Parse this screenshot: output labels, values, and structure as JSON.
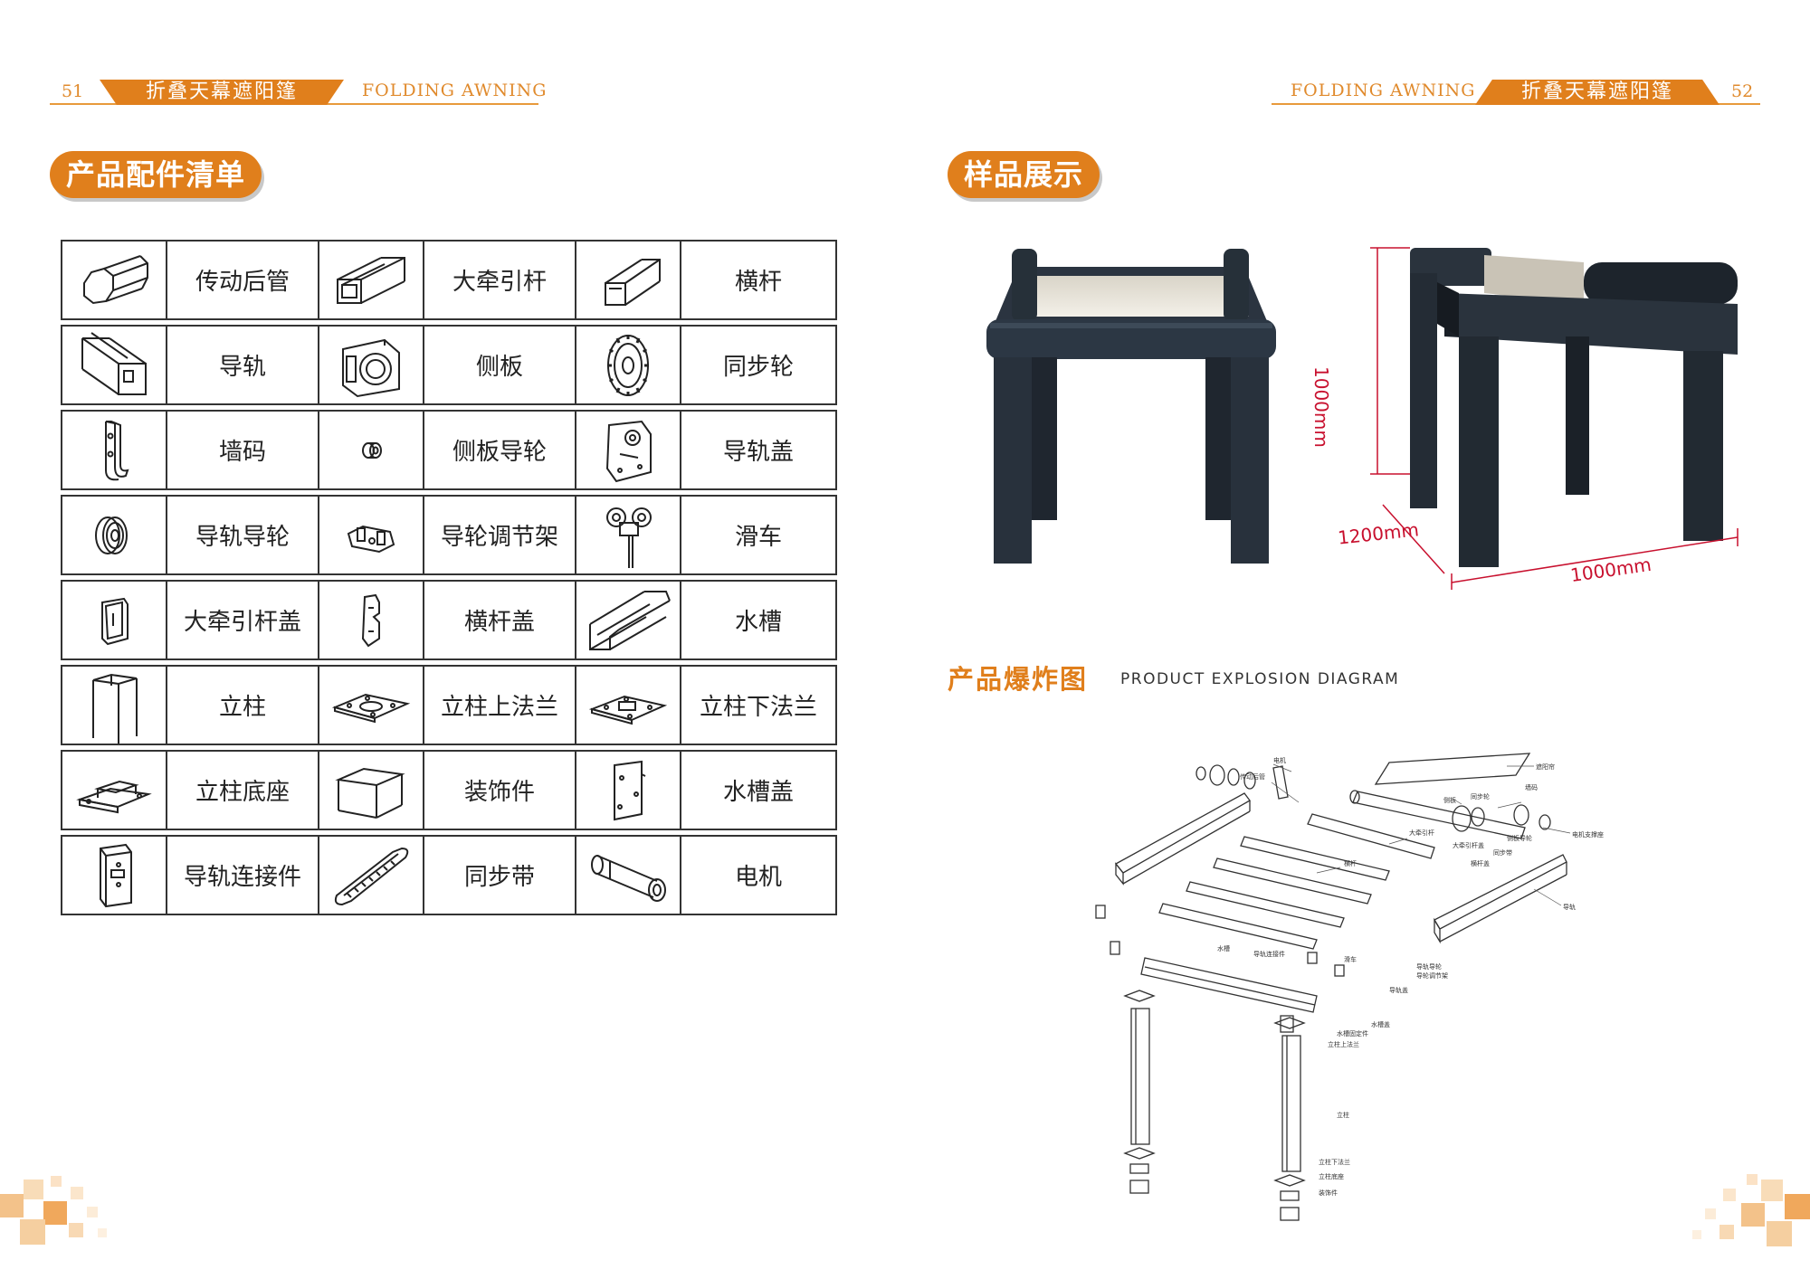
{
  "left_page": {
    "page_number": "51",
    "banner_cn": "折叠天幕遮阳篷",
    "banner_en": "FOLDING AWNING",
    "section_title": "产品配件清单"
  },
  "right_page": {
    "page_number": "52",
    "banner_cn": "折叠天幕遮阳篷",
    "banner_en": "FOLDING AWNING",
    "section_title": "样品展示",
    "dims": {
      "height": "1000mm",
      "depth": "1200mm",
      "width": "1000mm"
    },
    "explosion_title_cn": "产品爆炸图",
    "explosion_title_en": "PRODUCT EXPLOSION DIAGRAM"
  },
  "parts": [
    [
      {
        "icon": "octagon-tube-icon",
        "name": "传动后管"
      },
      {
        "icon": "profile-bar-icon",
        "name": "大牵引杆"
      },
      {
        "icon": "crossbar-profile-icon",
        "name": "横杆"
      }
    ],
    [
      {
        "icon": "rail-profile-icon",
        "name": "导轨"
      },
      {
        "icon": "side-plate-icon",
        "name": "侧板"
      },
      {
        "icon": "sync-wheel-icon",
        "name": "同步轮"
      }
    ],
    [
      {
        "icon": "wall-bracket-icon",
        "name": "墙码"
      },
      {
        "icon": "small-wheel-icon",
        "name": "侧板导轮"
      },
      {
        "icon": "rail-cap-icon",
        "name": "导轨盖"
      }
    ],
    [
      {
        "icon": "guide-wheel-icon",
        "name": "导轨导轮"
      },
      {
        "icon": "wheel-bracket-icon",
        "name": "导轮调节架"
      },
      {
        "icon": "trolley-icon",
        "name": "滑车"
      }
    ],
    [
      {
        "icon": "bar-cap-icon",
        "name": "大牵引杆盖"
      },
      {
        "icon": "crossbar-cap-icon",
        "name": "横杆盖"
      },
      {
        "icon": "gutter-profile-icon",
        "name": "水槽"
      }
    ],
    [
      {
        "icon": "post-icon",
        "name": "立柱"
      },
      {
        "icon": "top-flange-icon",
        "name": "立柱上法兰"
      },
      {
        "icon": "bottom-flange-icon",
        "name": "立柱下法兰"
      }
    ],
    [
      {
        "icon": "post-base-icon",
        "name": "立柱底座"
      },
      {
        "icon": "trim-box-icon",
        "name": "装饰件"
      },
      {
        "icon": "gutter-cap-icon",
        "name": "水槽盖"
      }
    ],
    [
      {
        "icon": "rail-connector-icon",
        "name": "导轨连接件"
      },
      {
        "icon": "timing-belt-icon",
        "name": "同步带"
      },
      {
        "icon": "motor-icon",
        "name": "电机"
      }
    ]
  ],
  "explosion_labels": {
    "motor": "电机",
    "drive_tube": "传动后管",
    "shade": "遮阳帘",
    "side_plate": "侧板",
    "sync_wheel": "同步轮",
    "wall_bracket": "墙码",
    "motor_bracket": "电机支撑座",
    "side_wheel": "侧板导轮",
    "big_bar": "大牵引杆",
    "big_bar_cap": "大牵引杆盖",
    "crossbar": "横杆",
    "crossbar_cap": "横杆盖",
    "sync_belt": "同步带",
    "rail": "导轨",
    "gutter": "水槽",
    "rail_connector": "导轨连接件",
    "trolley": "滑车",
    "rail_wheel": "导轨导轮",
    "wheel_bracket": "导轮调节架",
    "rail_cap": "导轨盖",
    "gutter_cap": "水槽盖",
    "gutter_fixer": "水槽固定件",
    "top_flange": "立柱上法兰",
    "post": "立柱",
    "bottom_flange": "立柱下法兰",
    "post_base": "立柱底座",
    "trim": "装饰件"
  }
}
